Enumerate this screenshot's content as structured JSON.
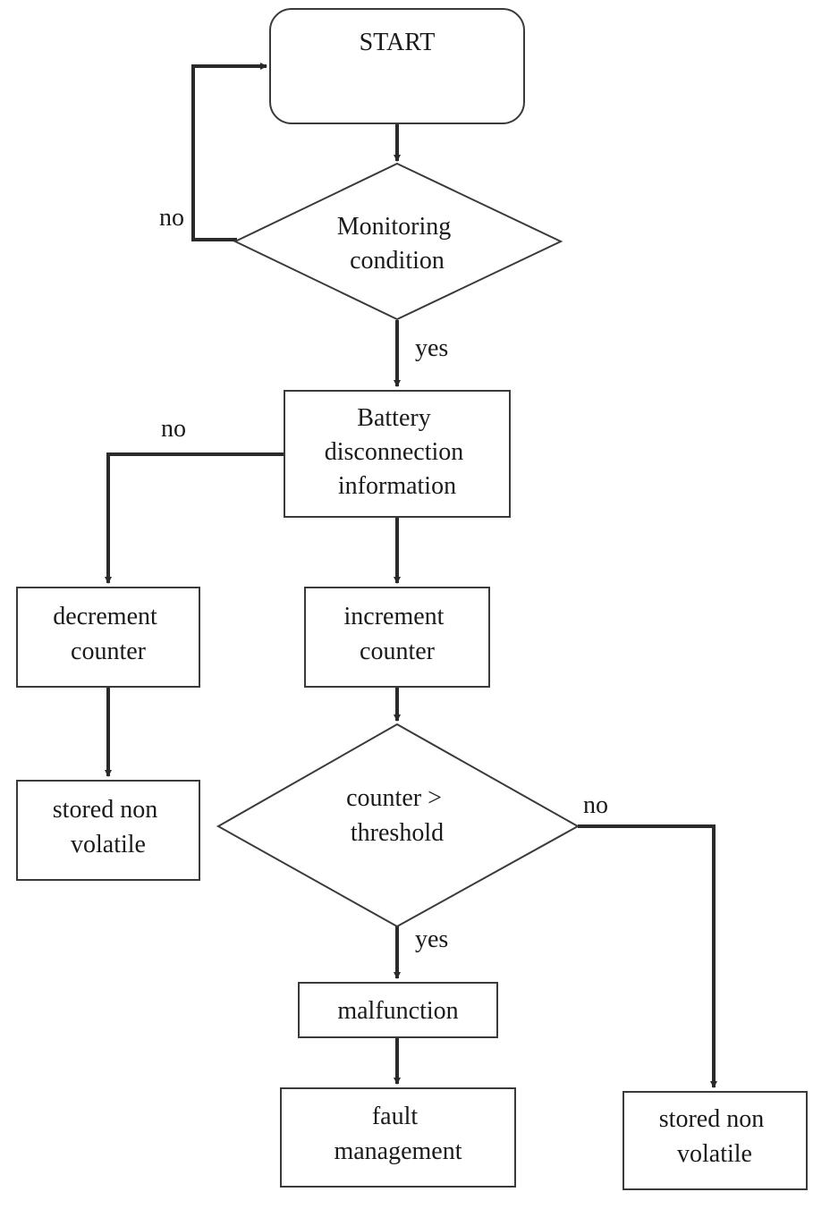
{
  "nodes": {
    "start": {
      "lines": [
        "START"
      ]
    },
    "monitoring": {
      "lines": [
        "Monitoring",
        "condition"
      ]
    },
    "battery": {
      "lines": [
        "Battery",
        "disconnection",
        "information"
      ]
    },
    "decrement": {
      "lines": [
        "decrement",
        "counter"
      ]
    },
    "increment": {
      "lines": [
        "increment",
        "counter"
      ]
    },
    "stored_left": {
      "lines": [
        "stored non",
        "volatile"
      ]
    },
    "threshold": {
      "lines": [
        "counter >",
        "threshold"
      ]
    },
    "malfunction": {
      "lines": [
        "malfunction"
      ]
    },
    "fault": {
      "lines": [
        "fault",
        "management"
      ]
    },
    "stored_right": {
      "lines": [
        "stored non",
        "volatile"
      ]
    }
  },
  "edge_labels": {
    "monitoring_no": "no",
    "monitoring_yes": "yes",
    "battery_no": "no",
    "threshold_no": "no",
    "threshold_yes": "yes"
  }
}
